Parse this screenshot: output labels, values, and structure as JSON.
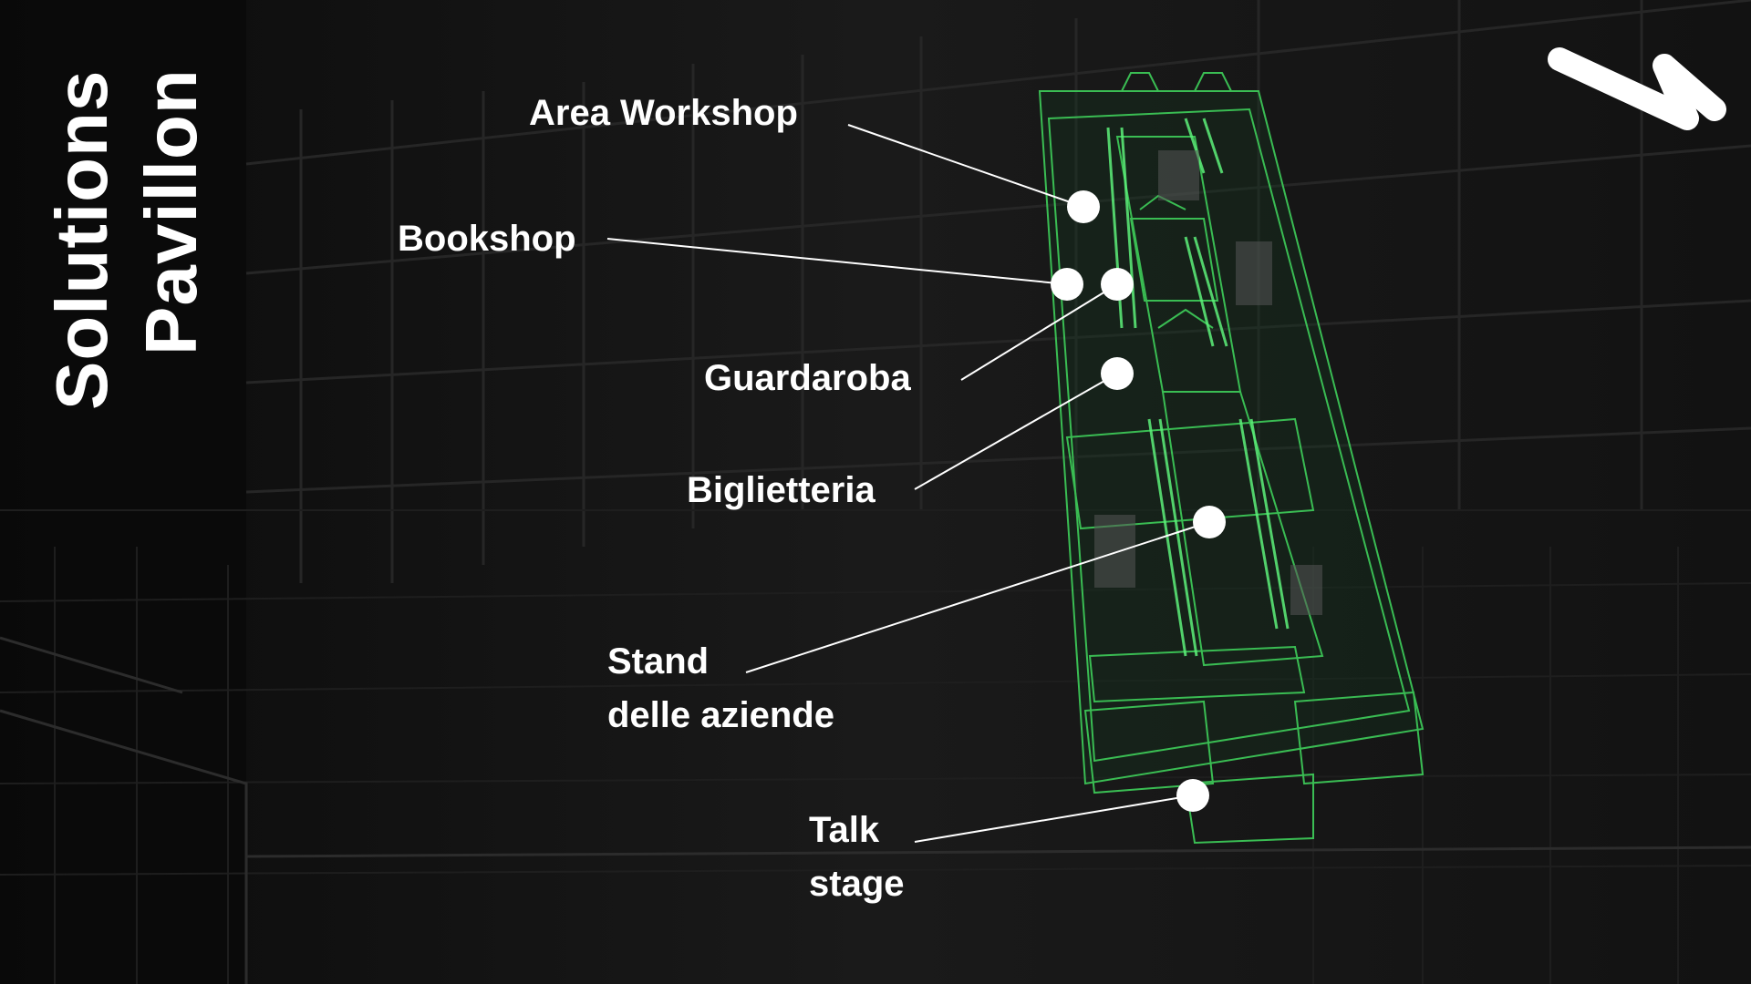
{
  "title": {
    "line1": "Solutions",
    "line2": "Pavillon"
  },
  "logo": {
    "icon": "brand-logo-icon"
  },
  "labels": {
    "area_workshop": "Area Workshop",
    "bookshop": "Bookshop",
    "guardaroba": "Guardaroba",
    "biglietteria": "Biglietteria",
    "stand_line1": "Stand",
    "stand_line2": "delle aziende",
    "talk_line1": "Talk",
    "talk_line2": "stage"
  },
  "colors": {
    "background": "#141414",
    "text": "#ffffff",
    "outline": "#3ecf5a",
    "marker": "#ffffff"
  }
}
